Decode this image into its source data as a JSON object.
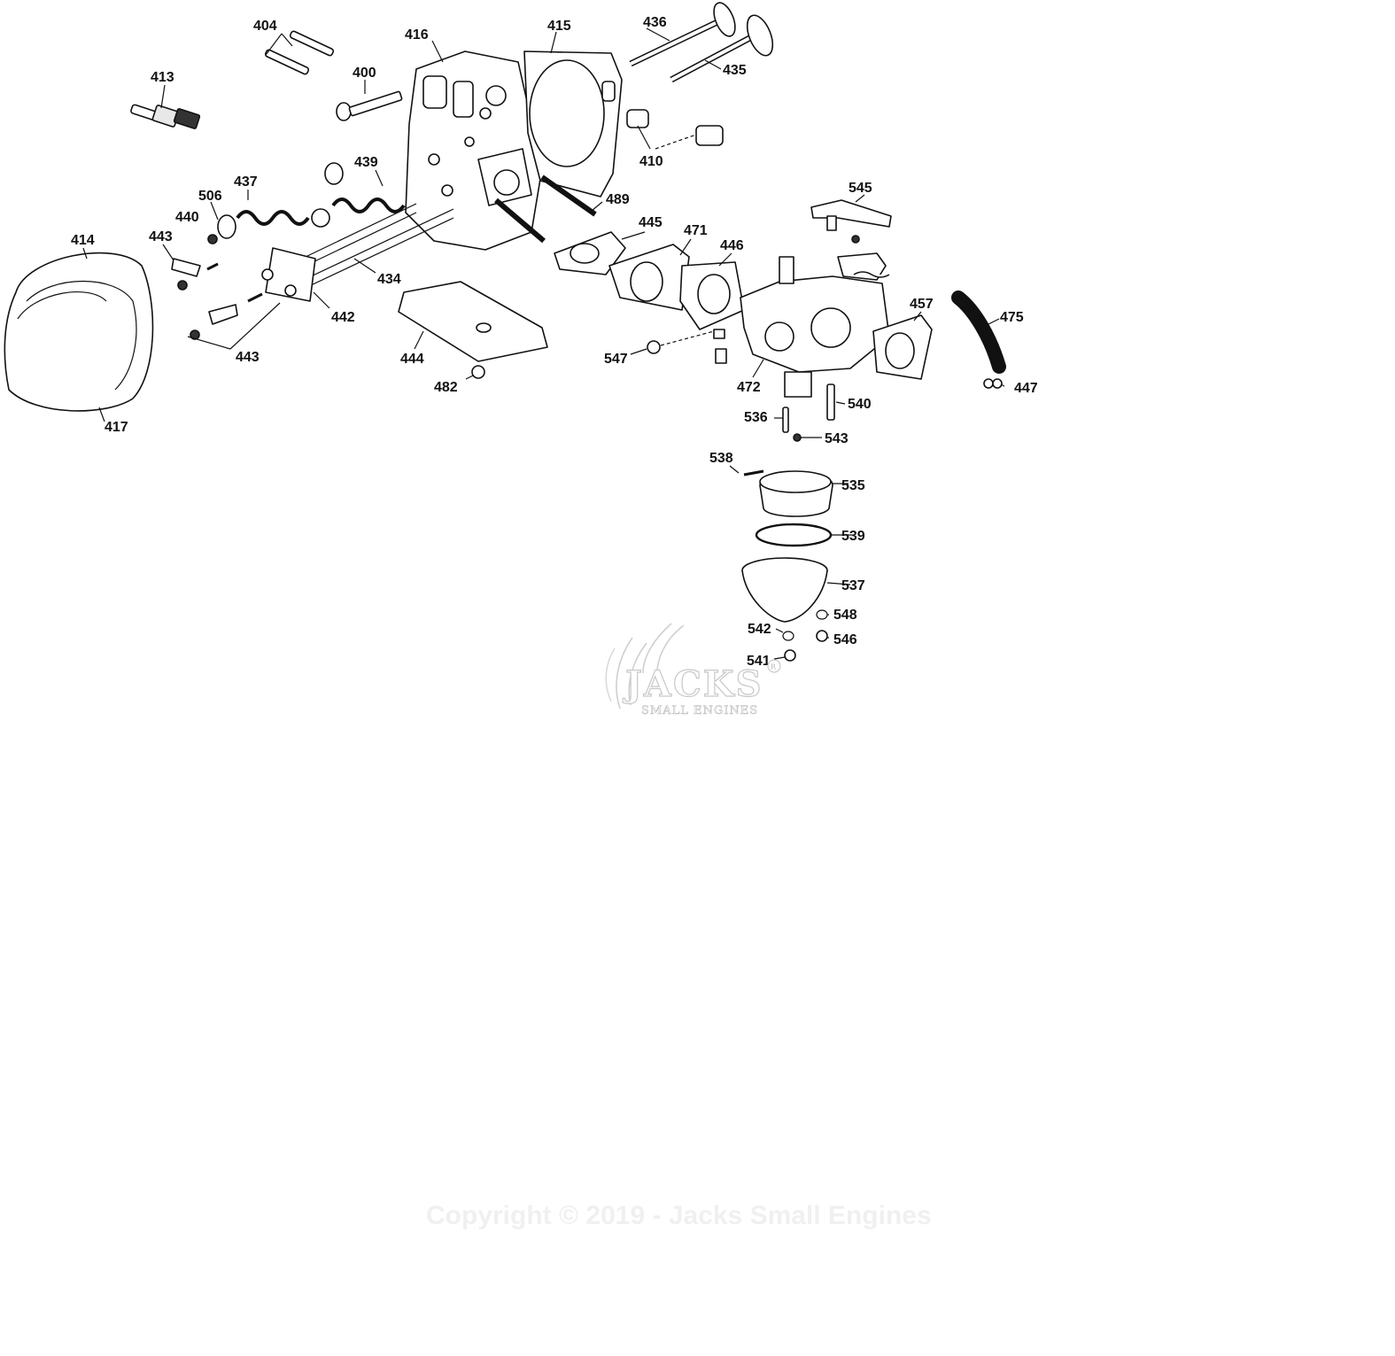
{
  "labels": {
    "p404": "404",
    "p416": "416",
    "p415": "415",
    "p436": "436",
    "p435": "435",
    "p413": "413",
    "p400": "400",
    "p410": "410",
    "p439": "439",
    "p437": "437",
    "p506": "506",
    "p440": "440",
    "p489": "489",
    "p545": "545",
    "p414": "414",
    "p443a": "443",
    "p445": "445",
    "p471": "471",
    "p446": "446",
    "p434": "434",
    "p442": "442",
    "p457": "457",
    "p475": "475",
    "p443b": "443",
    "p444": "444",
    "p547": "547",
    "p472": "472",
    "p482": "482",
    "p447": "447",
    "p417": "417",
    "p540": "540",
    "p536": "536",
    "p543": "543",
    "p538": "538",
    "p535": "535",
    "p539": "539",
    "p537": "537",
    "p548": "548",
    "p542": "542",
    "p546": "546",
    "p541": "541"
  },
  "watermark": {
    "line1": "JACKS",
    "line2": "SMALL ENGINES"
  },
  "copyright": "Copyright © 2019 - Jacks Small Engines"
}
